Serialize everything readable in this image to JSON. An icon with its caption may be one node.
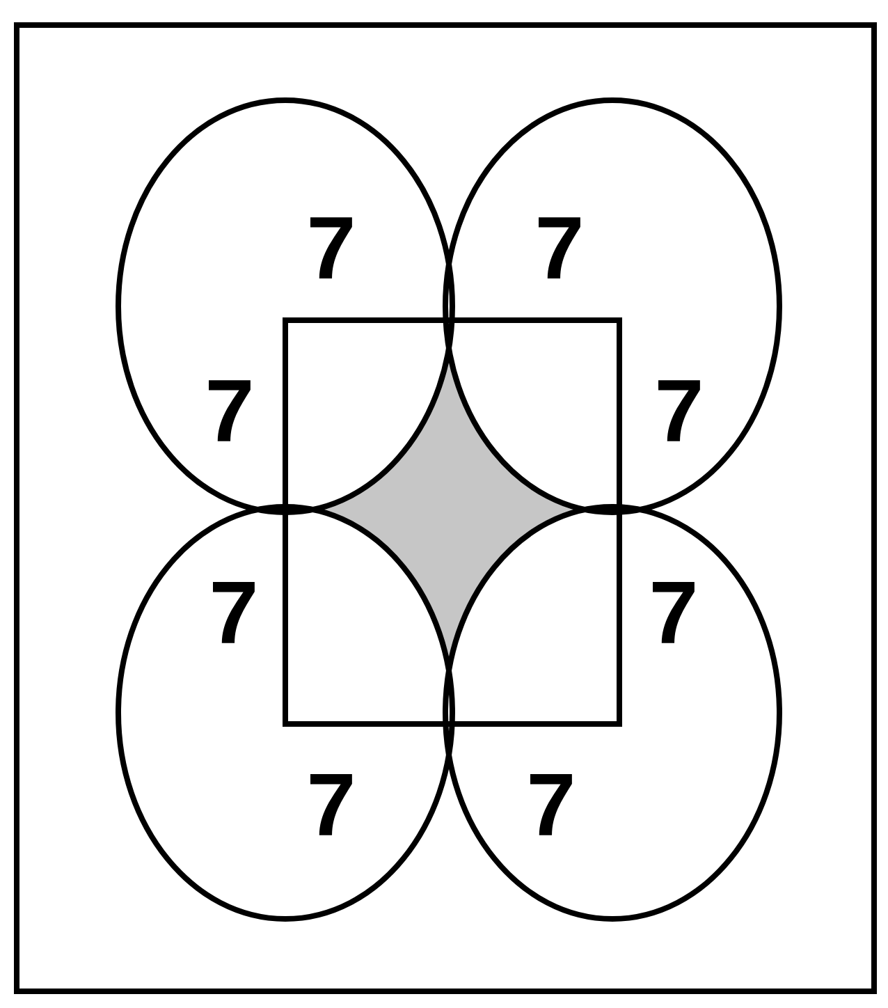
{
  "diagram": {
    "labels": [
      "7",
      "7",
      "7",
      "7",
      "7",
      "7",
      "7",
      "7"
    ]
  }
}
